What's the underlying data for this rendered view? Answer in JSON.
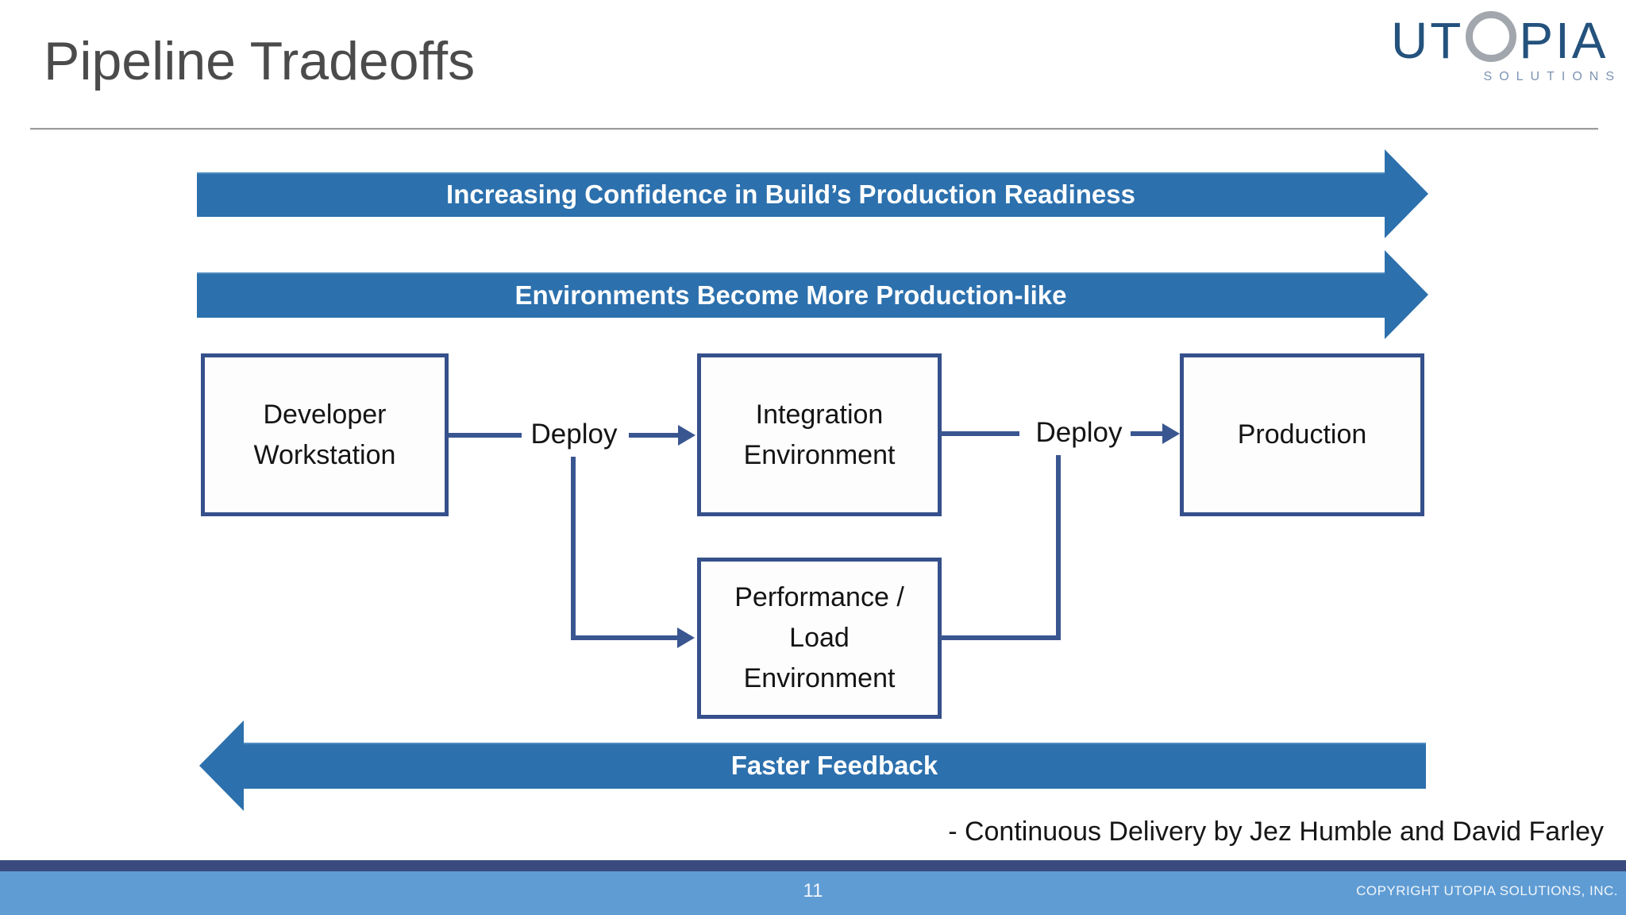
{
  "slide": {
    "title": "Pipeline Tradeoffs",
    "attribution": "- Continuous Delivery by Jez Humble and David Farley",
    "page_number": "11",
    "copyright": "COPYRIGHT UTOPIA SOLUTIONS, INC."
  },
  "logo": {
    "prefix": "UT",
    "suffix": "PIA",
    "subtext": "SOLUTIONS"
  },
  "banners": {
    "confidence": "Increasing Confidence in Build’s Production Readiness",
    "environments": "Environments Become More Production-like",
    "feedback": "Faster Feedback"
  },
  "diagram": {
    "boxes": {
      "developer": "Developer\nWorkstation",
      "integration": "Integration\nEnvironment",
      "performance": "Performance /\nLoad\nEnvironment",
      "production": "Production"
    },
    "labels": {
      "deploy1": "Deploy",
      "deploy2": "Deploy"
    }
  },
  "colors": {
    "banner_blue": "#2c70ad",
    "connector_blue": "#3a5691",
    "box_border_blue": "#35508b",
    "footer_dark_blue": "#3a4a7e",
    "footer_light_blue": "#5f9cd4",
    "logo_blue": "#24527d",
    "logo_ring_gray": "#a2a7ad",
    "logo_subtext_blue": "#7d94b3",
    "title_gray": "#4b4b4b"
  }
}
